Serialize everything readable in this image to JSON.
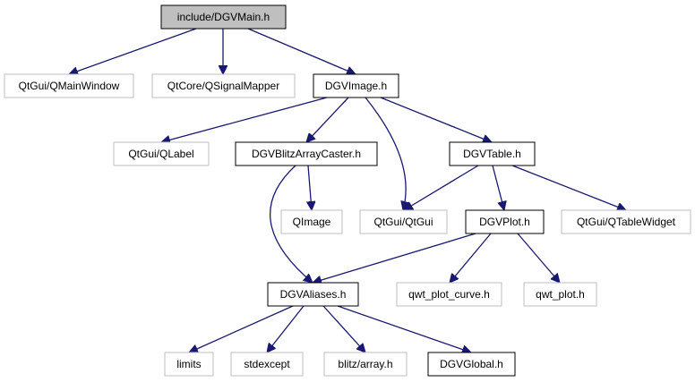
{
  "diagram": {
    "edge_color": "#191970",
    "nodes": [
      {
        "id": "main",
        "label": "include/DGVMain.h",
        "kind": "root"
      },
      {
        "id": "qmainwin",
        "label": "QtGui/QMainWindow",
        "kind": "external"
      },
      {
        "id": "qsigmap",
        "label": "QtCore/QSignalMapper",
        "kind": "external"
      },
      {
        "id": "dgvimage",
        "label": "DGVImage.h",
        "kind": "internal"
      },
      {
        "id": "qlabel",
        "label": "QtGui/QLabel",
        "kind": "external"
      },
      {
        "id": "caster",
        "label": "DGVBlitzArrayCaster.h",
        "kind": "internal"
      },
      {
        "id": "dgvtable",
        "label": "DGVTable.h",
        "kind": "internal"
      },
      {
        "id": "qimage",
        "label": "QImage",
        "kind": "external"
      },
      {
        "id": "qtgui",
        "label": "QtGui/QtGui",
        "kind": "external"
      },
      {
        "id": "dgvplot",
        "label": "DGVPlot.h",
        "kind": "internal"
      },
      {
        "id": "qtablew",
        "label": "QtGui/QTableWidget",
        "kind": "external"
      },
      {
        "id": "aliases",
        "label": "DGVAliases.h",
        "kind": "internal"
      },
      {
        "id": "qwtcurve",
        "label": "qwt_plot_curve.h",
        "kind": "external"
      },
      {
        "id": "qwtplot",
        "label": "qwt_plot.h",
        "kind": "external"
      },
      {
        "id": "limits",
        "label": "limits",
        "kind": "external"
      },
      {
        "id": "stdexcept",
        "label": "stdexcept",
        "kind": "external"
      },
      {
        "id": "blitzarray",
        "label": "blitz/array.h",
        "kind": "external"
      },
      {
        "id": "dgvglobal",
        "label": "DGVGlobal.h",
        "kind": "internal"
      }
    ],
    "edges": [
      [
        "main",
        "qmainwin"
      ],
      [
        "main",
        "qsigmap"
      ],
      [
        "main",
        "dgvimage"
      ],
      [
        "dgvimage",
        "qlabel"
      ],
      [
        "dgvimage",
        "caster"
      ],
      [
        "dgvimage",
        "qtgui"
      ],
      [
        "dgvimage",
        "dgvtable"
      ],
      [
        "caster",
        "aliases"
      ],
      [
        "caster",
        "qimage"
      ],
      [
        "dgvtable",
        "qtgui"
      ],
      [
        "dgvtable",
        "dgvplot"
      ],
      [
        "dgvtable",
        "qtablew"
      ],
      [
        "dgvplot",
        "aliases"
      ],
      [
        "dgvplot",
        "qwtcurve"
      ],
      [
        "dgvplot",
        "qwtplot"
      ],
      [
        "aliases",
        "limits"
      ],
      [
        "aliases",
        "stdexcept"
      ],
      [
        "aliases",
        "blitzarray"
      ],
      [
        "aliases",
        "dgvglobal"
      ]
    ]
  }
}
